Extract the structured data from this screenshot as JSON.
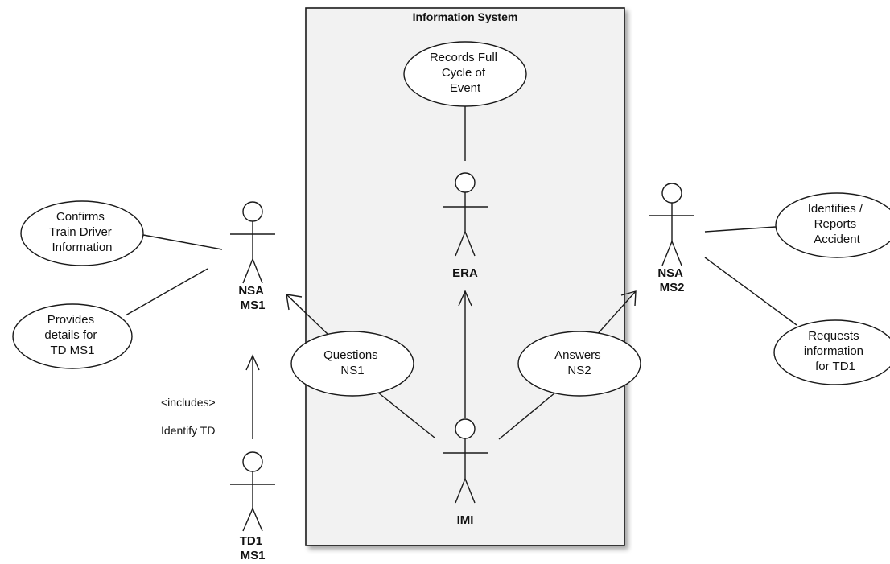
{
  "system": {
    "title": "Information System"
  },
  "actors": {
    "era": "ERA",
    "imi": "IMI",
    "nsa_ms1": [
      "NSA",
      "MS1"
    ],
    "nsa_ms2": [
      "NSA",
      "MS2"
    ],
    "td1_ms1": [
      "TD1",
      "MS1"
    ]
  },
  "use_cases": {
    "records": [
      "Records Full",
      "Cycle of",
      "Event"
    ],
    "confirms": [
      "Confirms",
      "Train Driver",
      "Information"
    ],
    "provides": [
      "Provides",
      "details for",
      "TD MS1"
    ],
    "questions": [
      "Questions",
      "NS1"
    ],
    "answers": [
      "Answers",
      "NS2"
    ],
    "identifies": [
      "Identifies /",
      "Reports",
      "Accident"
    ],
    "requests": [
      "Requests",
      "information",
      "for TD1"
    ]
  },
  "notes": {
    "includes": "<includes>",
    "identify_td": "Identify TD"
  }
}
